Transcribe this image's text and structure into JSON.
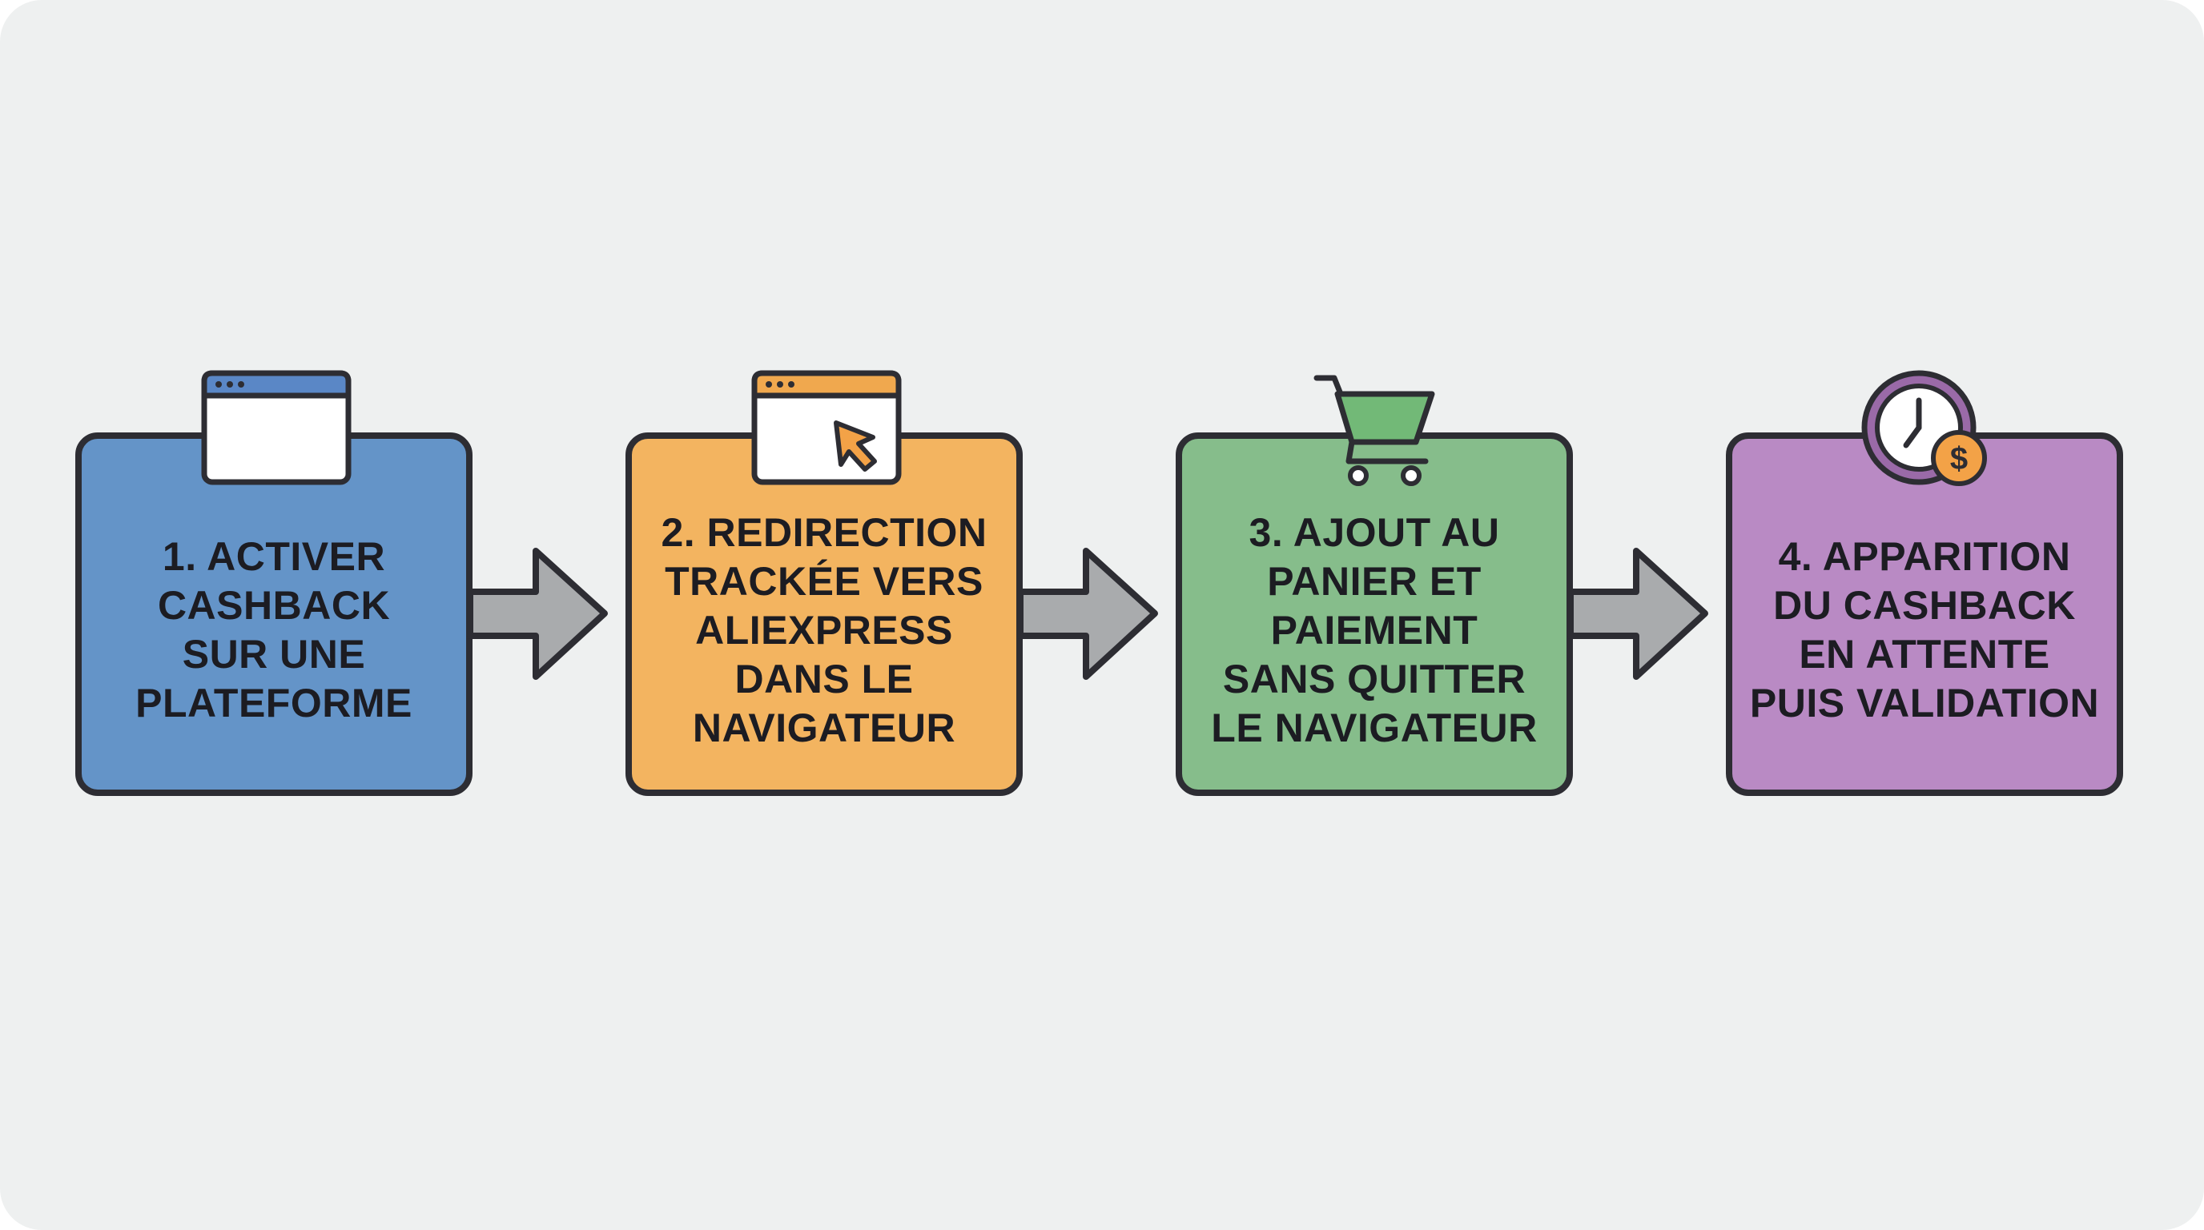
{
  "steps": [
    {
      "number": "1",
      "lines": [
        "1. ACTIVER",
        "CASHBACK",
        "SUR UNE",
        "PLATEFORME"
      ],
      "color": "#6494c8",
      "icon": "browser-window-icon"
    },
    {
      "number": "2",
      "lines": [
        "2. REDIRECTION",
        "TRACKÉE VERS",
        "ALIEXPRESS",
        "DANS LE",
        "NAVIGATEUR"
      ],
      "color": "#f3b460",
      "icon": "browser-cursor-icon"
    },
    {
      "number": "3",
      "lines": [
        "3. AJOUT AU",
        "PANIER ET",
        "PAIEMENT",
        "SANS QUITTER",
        "LE NAVIGATEUR"
      ],
      "color": "#86bd8b",
      "icon": "shopping-cart-icon"
    },
    {
      "number": "4",
      "lines": [
        "4. APPARITION",
        "DU CASHBACK",
        "EN ATTENTE",
        "PUIS VALIDATION"
      ],
      "color": "#b98ac4",
      "icon": "clock-dollar-icon"
    }
  ],
  "icons": {
    "dollar_symbol": "$"
  },
  "colors": {
    "background": "#eef0f0",
    "outline": "#2d2d33",
    "arrow_fill": "#a9abad"
  }
}
